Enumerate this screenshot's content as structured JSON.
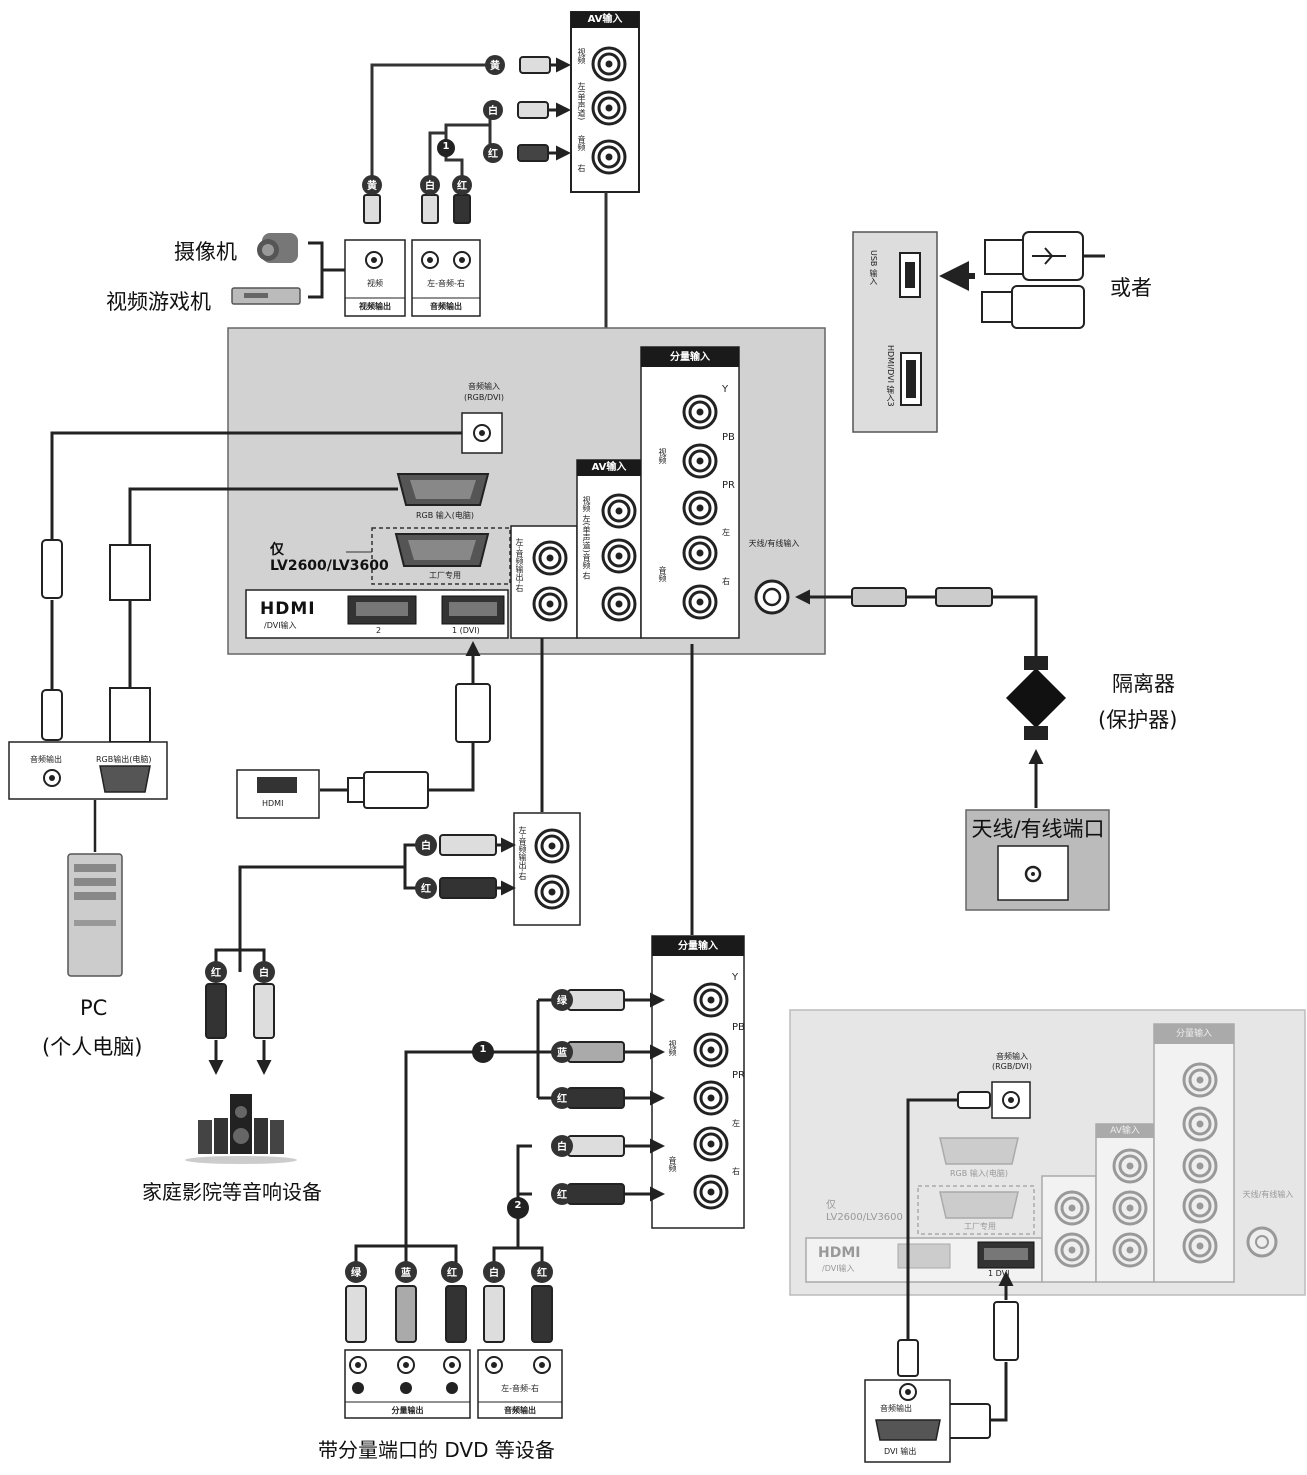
{
  "top_av_panel": {
    "header": "AV输入",
    "jack_labels": [
      "视频",
      "左(单声道)",
      "音频",
      "右"
    ]
  },
  "source_devices": {
    "camcorder": "摄像机",
    "game_console": "视频游戏机",
    "video_out_jack": "视频",
    "video_out_label": "视频输出",
    "audio_out_jack": "左-音频-右",
    "audio_out_label": "音频输出"
  },
  "cable_tags": {
    "yellow": "黄",
    "white": "白",
    "red": "红",
    "green": "绿",
    "blue": "蓝",
    "step1": "1",
    "step2": "2"
  },
  "usb_panel": {
    "usb_label": "USB 输入",
    "hdmi3_label": "HDMI/DVI 输入3",
    "or_text": "或者"
  },
  "tv_panel": {
    "audio_in_rgb": "音频输入(RGB/DVI)",
    "rgb_in": "RGB 输入(电脑)",
    "only_models": "仅LV2600/LV3600",
    "factory_only": "工厂专用",
    "hdmi_logo": "HDMI",
    "hdmi_dvi_in": "/DVI输入",
    "hdmi_port2": "2",
    "hdmi_port1": "1 (DVI)",
    "audio_out_vertical": "左-音频输出-右",
    "av_in_header": "AV输入",
    "av_in_jacks": "视频 左(单声道)音频 右",
    "component_header": "分量输入",
    "component_jacks": [
      "Y",
      "PB",
      "PR",
      "左",
      "右"
    ],
    "component_video": "视频",
    "component_audio": "音频",
    "antenna_in": "天线/有线输入"
  },
  "pc_panel": {
    "audio_out": "音频输出",
    "rgb_out": "RGB输出(电脑)",
    "pc_label_1": "PC",
    "pc_label_2": "(个人电脑)"
  },
  "hdmi_device": {
    "label": "HDMI"
  },
  "splitter": {
    "label_1": "隔离器",
    "label_2": "(保护器)"
  },
  "antenna_wall": {
    "label": "天线/有线端口"
  },
  "audio_out_panel": {
    "label": "左-音频输出-右"
  },
  "home_theater": {
    "label": "家庭影院等音响设备"
  },
  "component_panel": {
    "header": "分量输入",
    "jacks": [
      "Y",
      "PB",
      "PR",
      "左",
      "右"
    ],
    "video": "视频",
    "audio": "音频"
  },
  "dvd_device": {
    "component_out": "分量输出",
    "audio_out": "音频输出",
    "audio_lr": "左-音频-右",
    "label": "带分量端口的 DVD 等设备"
  },
  "inset": {
    "audio_in": "音频输入(RGB/DVI)",
    "rgb_in": "RGB 输入(电脑)",
    "only_models": "仅LV2600/LV3600",
    "factory_only": "工厂专用",
    "hdmi_logo": "HDMI",
    "hdmi_dvi_in": "/DVI输入",
    "port1": "1 DVI",
    "av_header": "AV输入",
    "component_header": "分量输入",
    "antenna": "天线/有线输入",
    "dvi_audio_out": "音频输出",
    "dvi_out": "DVI 输出"
  }
}
